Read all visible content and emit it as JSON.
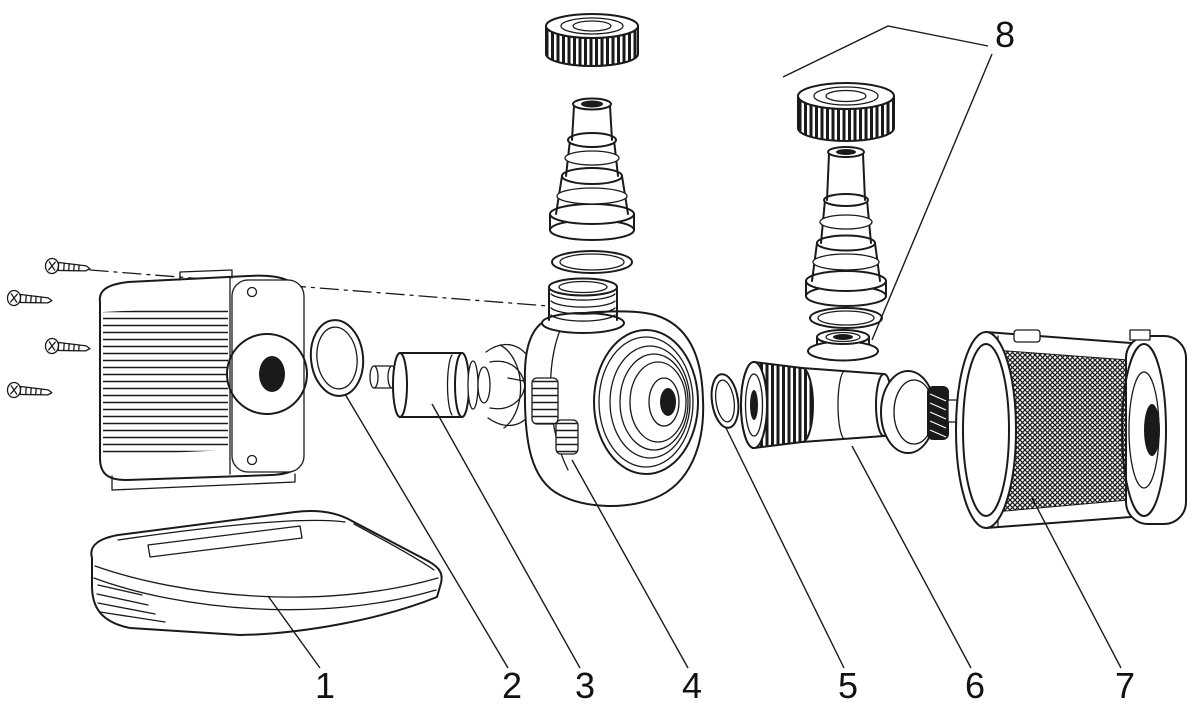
{
  "diagram": {
    "background_color": "#ffffff",
    "ink_color": "#1a1a1a",
    "part_labels": [
      {
        "text": "1"
      },
      {
        "text": "2"
      },
      {
        "text": "3"
      },
      {
        "text": "4"
      },
      {
        "text": "5"
      },
      {
        "text": "6"
      },
      {
        "text": "7"
      },
      {
        "text": "8"
      }
    ]
  }
}
